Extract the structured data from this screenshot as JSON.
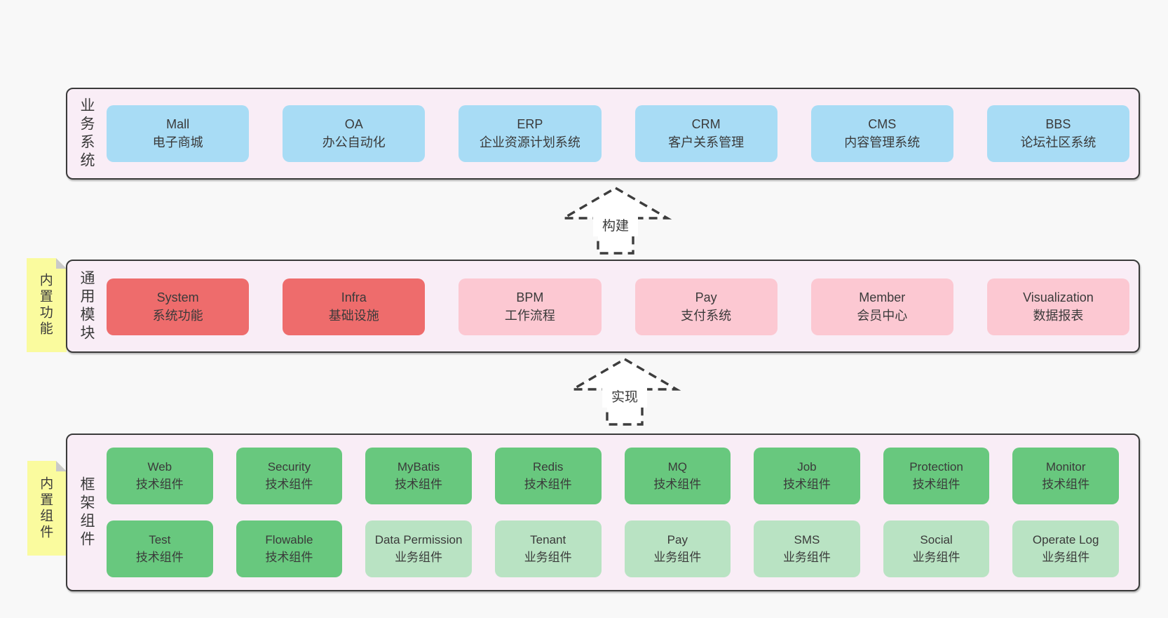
{
  "colors": {
    "page_bg": "#f8f8f8",
    "layer_bg": "#f9edf6",
    "layer_border": "#3a3a3a",
    "box_blue": "#a8dcf5",
    "box_red": "#ee6c6c",
    "box_pink": "#fcc8d2",
    "box_green": "#68c87e",
    "box_green_light": "#b9e3c3",
    "note_yellow": "#fafb9e",
    "note_fold_gray": "#c9c9c9",
    "text": "#3a3a3a"
  },
  "arrows": [
    {
      "label": "构建"
    },
    {
      "label": "实现"
    }
  ],
  "layers": [
    {
      "label": "业务系统",
      "boxes": [
        {
          "name": "Mall",
          "desc": "电子商城"
        },
        {
          "name": "OA",
          "desc": "办公自动化"
        },
        {
          "name": "ERP",
          "desc": "企业资源计划系统"
        },
        {
          "name": "CRM",
          "desc": "客户关系管理"
        },
        {
          "name": "CMS",
          "desc": "内容管理系统"
        },
        {
          "name": "BBS",
          "desc": "论坛社区系统"
        }
      ]
    },
    {
      "label": "通用模块",
      "note": "内置功能",
      "boxes": [
        {
          "name": "System",
          "desc": "系统功能"
        },
        {
          "name": "Infra",
          "desc": "基础设施"
        },
        {
          "name": "BPM",
          "desc": "工作流程"
        },
        {
          "name": "Pay",
          "desc": "支付系统"
        },
        {
          "name": "Member",
          "desc": "会员中心"
        },
        {
          "name": "Visualization",
          "desc": "数据报表"
        }
      ]
    },
    {
      "label": "框架组件",
      "note": "内置组件",
      "boxes": [
        {
          "name": "Web",
          "desc": "技术组件"
        },
        {
          "name": "Security",
          "desc": "技术组件"
        },
        {
          "name": "MyBatis",
          "desc": "技术组件"
        },
        {
          "name": "Redis",
          "desc": "技术组件"
        },
        {
          "name": "MQ",
          "desc": "技术组件"
        },
        {
          "name": "Job",
          "desc": "技术组件"
        },
        {
          "name": "Protection",
          "desc": "技术组件"
        },
        {
          "name": "Monitor",
          "desc": "技术组件"
        },
        {
          "name": "Test",
          "desc": "技术组件"
        },
        {
          "name": "Flowable",
          "desc": "技术组件"
        },
        {
          "name": "Data Permission",
          "desc": "业务组件"
        },
        {
          "name": "Tenant",
          "desc": "业务组件"
        },
        {
          "name": "Pay",
          "desc": "业务组件"
        },
        {
          "name": "SMS",
          "desc": "业务组件"
        },
        {
          "name": "Social",
          "desc": "业务组件"
        },
        {
          "name": "Operate Log",
          "desc": "业务组件"
        }
      ]
    }
  ]
}
